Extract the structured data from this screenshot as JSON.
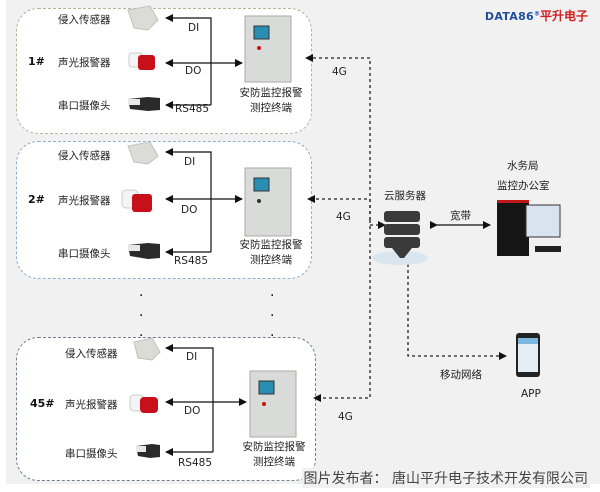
{
  "brand": {
    "latin": "DATA86",
    "mark": "®",
    "chinese": "平升电子"
  },
  "sites": [
    {
      "number": "1#",
      "devices": [
        "侵入传感器",
        "声光报警器",
        "串口摄像头"
      ],
      "signals": [
        "DI",
        "DO",
        "RS485"
      ],
      "terminal": [
        "安防监控报警",
        "测控终端"
      ],
      "link": "4G",
      "border_color": "#b5b59a"
    },
    {
      "number": "2#",
      "devices": [
        "侵入传感器",
        "声光报警器",
        "串口摄像头"
      ],
      "signals": [
        "DI",
        "DO",
        "RS485"
      ],
      "terminal": [
        "安防监控报警",
        "测控终端"
      ],
      "link": "4G",
      "border_color": "#8fb0cc"
    },
    {
      "number": "45#",
      "devices": [
        "侵入传感器",
        "声光报警器",
        "串口摄像头"
      ],
      "signals": [
        "DI",
        "DO",
        "RS485"
      ],
      "terminal": [
        "安防监控报警",
        "测控终端"
      ],
      "link": "4G",
      "border_color": "#6f7f90"
    }
  ],
  "ellipsis": "·",
  "cloud": {
    "label": "云服务器"
  },
  "office": {
    "label_line1": "水务局",
    "label_line2": "监控办公室",
    "link": "宽带"
  },
  "mobile": {
    "label": "APP",
    "link": "移动网络"
  },
  "credit": "图片发布者：  唐山平升电子技术开发有限公司"
}
